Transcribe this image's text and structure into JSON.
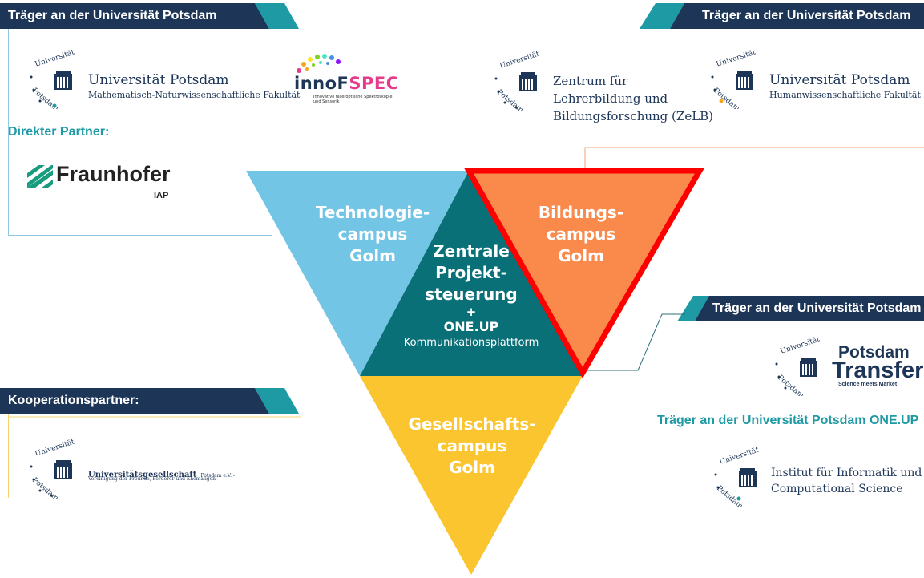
{
  "banners": {
    "top_left": "Träger an der Universität Potsdam",
    "top_right": "Träger an der Universität Potsdam",
    "mid_right": "Träger an der Universität Potsdam",
    "cooperation": "Kooperationspartner:"
  },
  "top_left_box": {
    "up_math": {
      "seal_text_top": "Universität",
      "seal_text_bottom": "Potsdam",
      "name": "Universität Potsdam",
      "faculty": "Mathematisch-Naturwissenschaftliche Fakultät"
    },
    "innofspec": {
      "name_part1": "innoF",
      "name_part2": "SPEC",
      "tagline_line1": "Innovative faseroptische Spektroskopie",
      "tagline_line2": "und Sensorik"
    },
    "direct_partner_heading": "Direkter Partner:",
    "fraunhofer": {
      "name": "Fraunhofer",
      "institute": "IAP"
    }
  },
  "top_right_box": {
    "zelb": {
      "seal_text_top": "Universität",
      "seal_text_bottom": "Potsdam",
      "line1": "Zentrum für",
      "line2": "Lehrerbildung und",
      "line3": "Bildungsforschung (ZeLB)"
    },
    "up_human": {
      "seal_text_top": "Universität",
      "seal_text_bottom": "Potsdam",
      "name": "Universität Potsdam",
      "faculty": "Humanwissenschaftliche Fakultät"
    }
  },
  "mid_right_box": {
    "transfer": {
      "seal_text_top": "Universität",
      "seal_text_bottom": "Potsdam",
      "line1": "Potsdam",
      "line2": "Transfer",
      "tagline": "Science meets Market"
    },
    "oneup_heading": "Träger an der Universität Potsdam ONE.UP",
    "informatik": {
      "seal_text_top": "Universität",
      "seal_text_bottom": "Potsdam",
      "line1": "Institut für Informatik und",
      "line2": "Computational Science"
    }
  },
  "cooperation_box": {
    "unigesellschaft": {
      "seal_text_top": "Universität",
      "seal_text_bottom": "Potsdam",
      "name": "Universitätsgesellschaft",
      "suffix": "Potsdam e.V. -",
      "line2": "Vereinigung der Freunde, Förderer und Ehemaligen"
    }
  },
  "diagram": {
    "technology": {
      "line1": "Technologie-",
      "line2": "campus",
      "line3": "Golm"
    },
    "education": {
      "line1": "Bildungs-",
      "line2": "campus",
      "line3": "Golm"
    },
    "society": {
      "line1": "Gesellschafts-",
      "line2": "campus",
      "line3": "Golm"
    },
    "central": {
      "line1": "Zentrale",
      "line2": "Projekt-",
      "line3": "steuerung",
      "plus": "+",
      "line4": "ONE.UP",
      "line5": "Kommunikationsplattform"
    }
  },
  "colors": {
    "navy": "#1d3557",
    "teal_accent": "#1e9aa5",
    "technology": "#73c5e6",
    "education": "#f98a4c",
    "society": "#fbc52f",
    "central": "#0a7078",
    "highlight": "#ff0000",
    "orange_line": "#f2a376",
    "blue_line": "#8ec9e6",
    "yellow_line": "#f6d46b"
  }
}
